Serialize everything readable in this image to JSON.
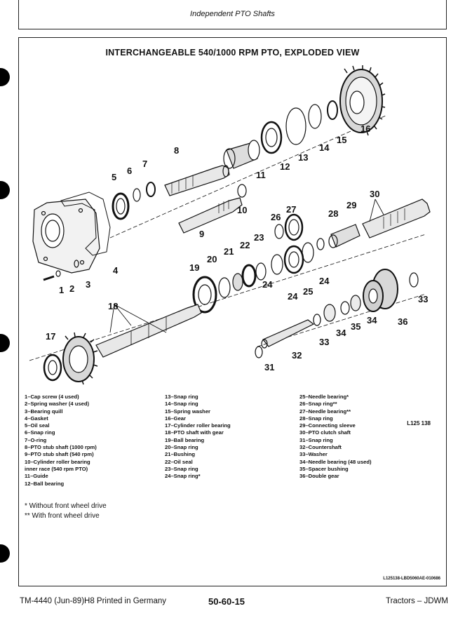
{
  "header": {
    "title": "Independent PTO Shafts"
  },
  "diagram": {
    "title": "INTERCHANGEABLE 540/1000 RPM PTO, EXPLODED VIEW",
    "ref_code": "L125 138",
    "callouts": [
      "1",
      "2",
      "3",
      "4",
      "5",
      "6",
      "7",
      "8",
      "9",
      "10",
      "11",
      "12",
      "13",
      "14",
      "15",
      "16",
      "17",
      "18",
      "19",
      "20",
      "21",
      "22",
      "23",
      "24",
      "24",
      "24",
      "25",
      "26",
      "27",
      "28",
      "29",
      "30",
      "31",
      "32",
      "33",
      "33",
      "34",
      "34",
      "35",
      "36"
    ]
  },
  "legend": {
    "col1": [
      "1–Cap screw (4 used)",
      "2–Spring washer (4 used)",
      "3–Bearing quill",
      "4–Gasket",
      "5–Oil seal",
      "6–Snap ring",
      "7–O-ring",
      "8–PTO stub shaft (1000 rpm)",
      "9–PTO stub shaft (540 rpm)",
      "10–Cylinder roller bearing",
      "inner race (540 rpm PTO)",
      "11–Guide",
      "12–Ball bearing"
    ],
    "col2": [
      "13–Snap ring",
      "14–Snap ring",
      "15–Spring washer",
      "16–Gear",
      "17–Cylinder roller bearing",
      "18–PTO shaft with gear",
      "19–Ball bearing",
      "20–Snap ring",
      "21–Bushing",
      "22–Oil seal",
      "23–Snap ring",
      "24–Snap ring*"
    ],
    "col3": [
      "25–Needle bearing*",
      "26–Snap ring**",
      "27–Needle bearing**",
      "28–Snap ring",
      "29–Connecting sleeve",
      "30–PTO clutch shaft",
      "31–Snap ring",
      "32–Countershaft",
      "33–Washer",
      "34–Needle bearing (48 used)",
      "35–Spacer bushing",
      "36–Double gear"
    ]
  },
  "notes": [
    "* Without front wheel drive",
    "** With front wheel drive"
  ],
  "doc_ref": "L125138-LBD5060AE-010686",
  "footer": {
    "left": "TM-4440 (Jun-89)H8 Printed in Germany",
    "center": "50-60-15",
    "right": "Tractors – JDWM"
  }
}
